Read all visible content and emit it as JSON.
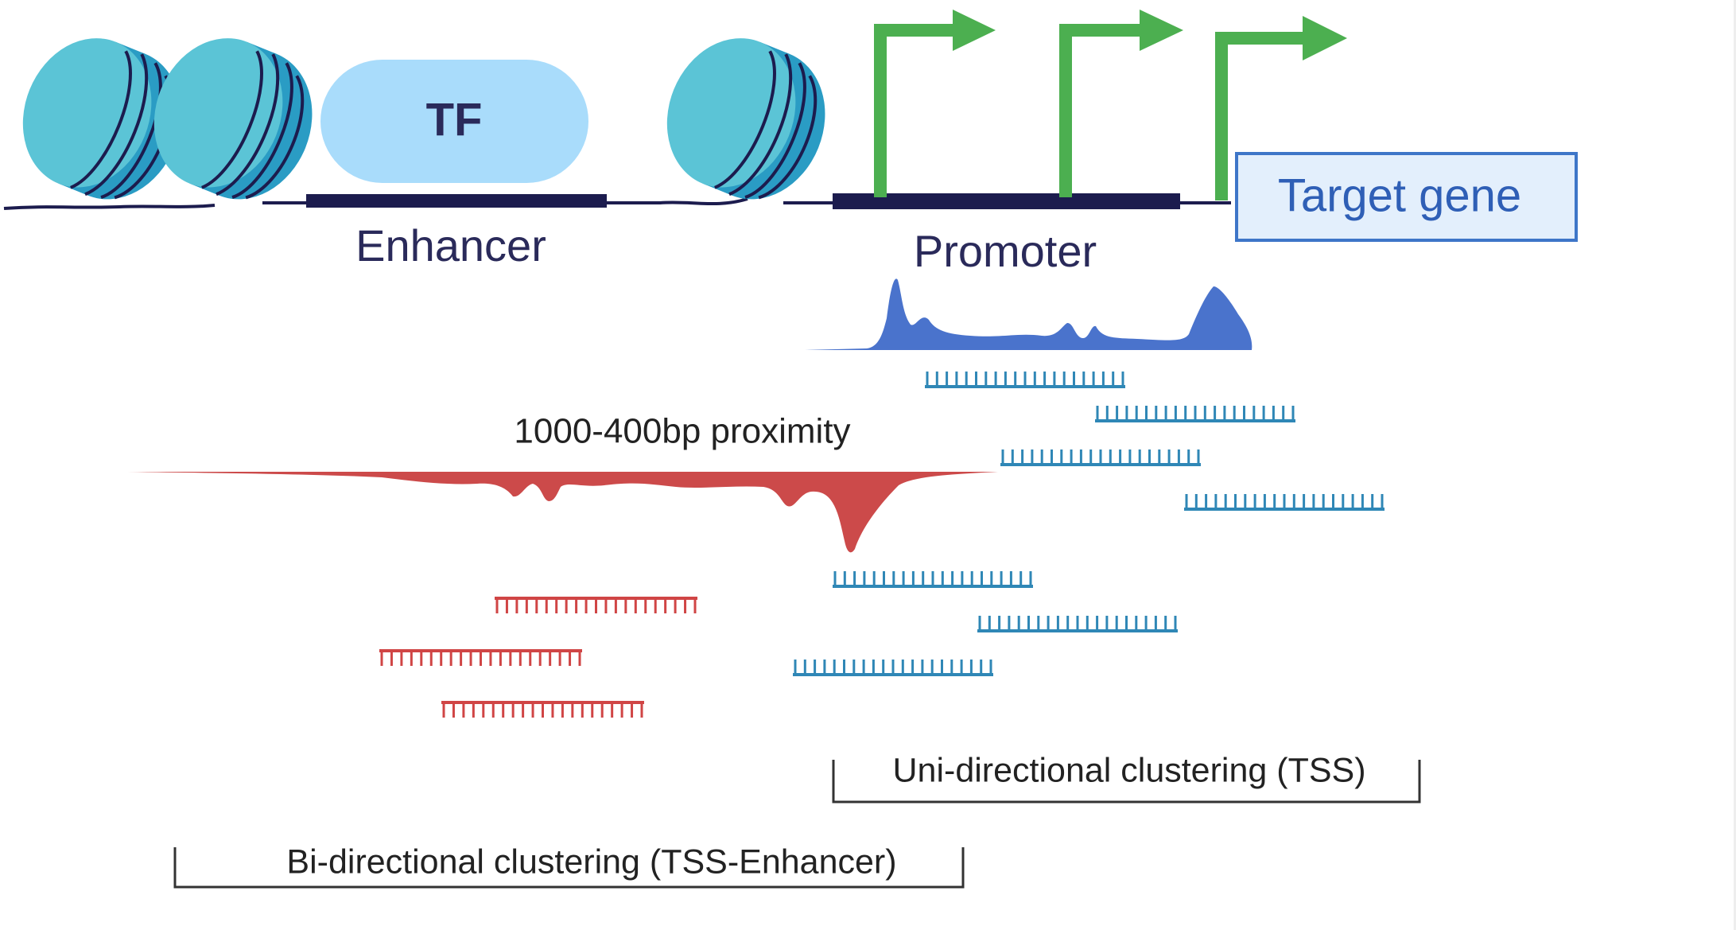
{
  "labels": {
    "tf": "TF",
    "enhancer": "Enhancer",
    "promoter": "Promoter",
    "target_gene": "Target gene",
    "proximity": "1000-400bp proximity",
    "uni_clustering": "Uni-directional clustering (TSS)",
    "bi_clustering": "Bi-directional clustering (TSS-Enhancer)"
  },
  "colors": {
    "nucleosome_front": "#5bc4d6",
    "nucleosome_side": "#2a9cc4",
    "dna": "#1c1c4e",
    "tf_fill": "#a9dcfb",
    "arrow": "#4caf50",
    "target_fill": "#e3effc",
    "target_border": "#3e76c8",
    "target_text": "#2f5fb6",
    "label_text": "#2a2a5a",
    "blue_signal": "#4a73cc",
    "red_signal": "#cc4a4a",
    "blue_read": "#2f87b6",
    "red_read": "#d04545",
    "bracket": "#333333"
  },
  "icons": [
    "nucleosome-icon",
    "tss-arrow-icon"
  ]
}
